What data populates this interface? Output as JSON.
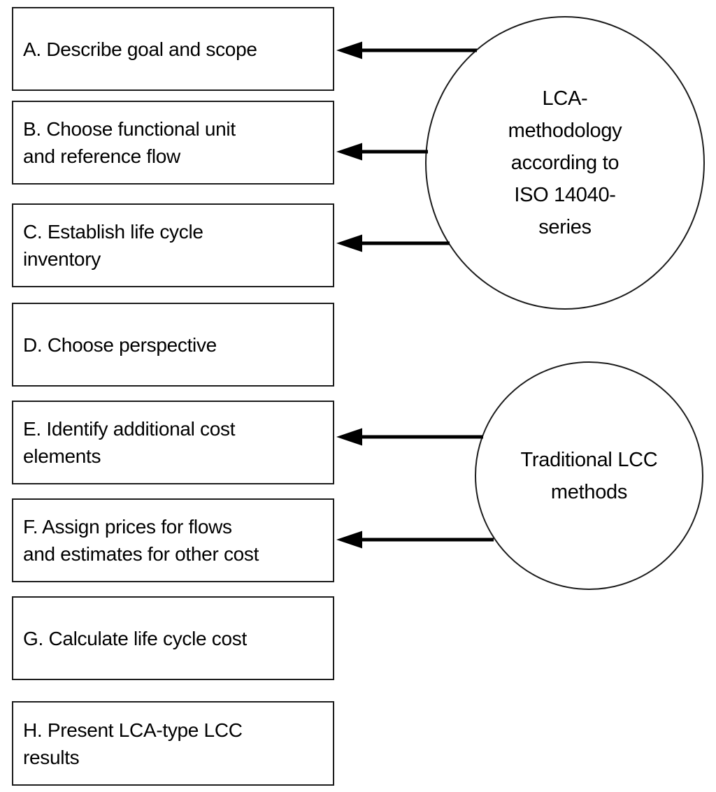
{
  "boxes": [
    {
      "id": "A",
      "label": "A. Describe goal and scope"
    },
    {
      "id": "B",
      "label": "B. Choose functional unit\nand reference flow"
    },
    {
      "id": "C",
      "label": "C. Establish life cycle\ninventory"
    },
    {
      "id": "D",
      "label": "D. Choose perspective"
    },
    {
      "id": "E",
      "label": "E. Identify additional cost\nelements"
    },
    {
      "id": "F",
      "label": "F. Assign prices for flows\nand estimates for other cost"
    },
    {
      "id": "G",
      "label": "G. Calculate life cycle cost"
    },
    {
      "id": "H",
      "label": "H. Present LCA-type LCC\nresults"
    }
  ],
  "circles": [
    {
      "id": "lca-methodology",
      "label": "LCA-\nmethodology\naccording to\nISO 14040-\nseries"
    },
    {
      "id": "traditional-lcc",
      "label": "Traditional LCC\nmethods"
    }
  ],
  "arrows": [
    {
      "from": "lca-methodology",
      "to": "A"
    },
    {
      "from": "lca-methodology",
      "to": "B"
    },
    {
      "from": "lca-methodology",
      "to": "C"
    },
    {
      "from": "traditional-lcc",
      "to": "E"
    },
    {
      "from": "traditional-lcc",
      "to": "F"
    }
  ],
  "colors": {
    "stroke": "#000000",
    "background": "#ffffff",
    "text": "#000000"
  }
}
